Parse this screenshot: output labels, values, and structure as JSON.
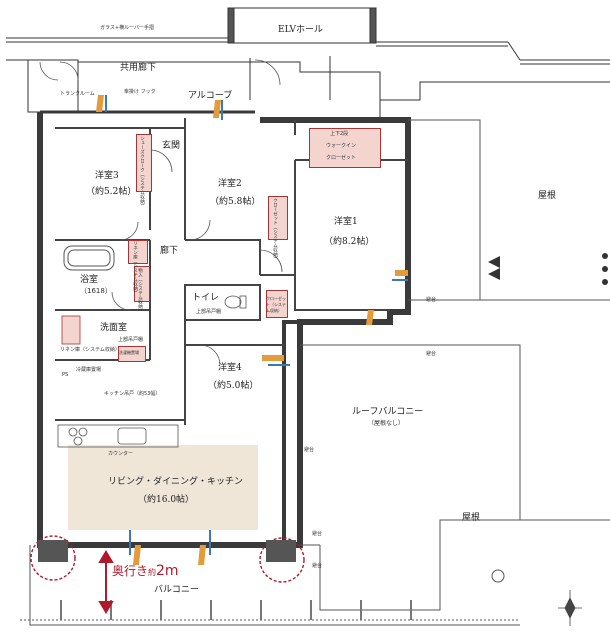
{
  "rooms": {
    "western1": "洋室1",
    "western1_size": "（約8.2帖）",
    "western2": "洋室2",
    "western2_size": "（約5.8帖）",
    "western3": "洋室3",
    "western3_size": "（約5.2帖）",
    "western4": "洋室4",
    "western4_size": "（約5.0帖）",
    "ldk": "リビング・ダイニング・キッチン",
    "ldk_size": "（約16.0帖）",
    "bath": "浴室",
    "bath_size": "（1618）",
    "washroom": "洗面室",
    "toilet": "トイレ",
    "entrance": "玄関",
    "hall": "廊下",
    "alcove": "アルコーブ",
    "shared_corridor": "共用廊下",
    "elv_hall": "ELVホール",
    "roof_balcony": "ルーフバルコニー",
    "roof_balcony_note": "（屋根なし）",
    "balcony": "バルコニー",
    "roof_right": "屋根",
    "roof_bottom": "屋根",
    "trunk_room": "トランクルーム"
  },
  "storage": {
    "closet_system": "クローゼット（システム収納）",
    "shoe_closet": "シューズクローク（システム収納）",
    "wic_top": "上下2段",
    "wic_mid": "ウォークイン",
    "wic_bottom": "クローゼット",
    "linen": "リネン庫（システム収納）",
    "mono": "物入（システム収納）",
    "toilet_shelf": "上部吊戸棚",
    "wash_shelf": "上部吊戸棚",
    "washer": "洗濯機置場",
    "fridge": "冷蔵庫置場",
    "kitchen_shelf": "キッチン吊戸（約53幅）",
    "counter": "カウンター",
    "umbrella": "傘掛け フック",
    "glass_louver": "ガラス+横ルーバー手摺",
    "ps": "PS",
    "rising": "避台"
  },
  "depth": {
    "label": "奥行き",
    "approx": "約",
    "value": "2m"
  },
  "colors": {
    "pink": "#f3d4cf",
    "ldk_fill": "#efe6d8",
    "accent_red": "#b0192a",
    "wall": "#3a3a3a",
    "window": "#3a78b8",
    "vent": "#e39b3b"
  }
}
